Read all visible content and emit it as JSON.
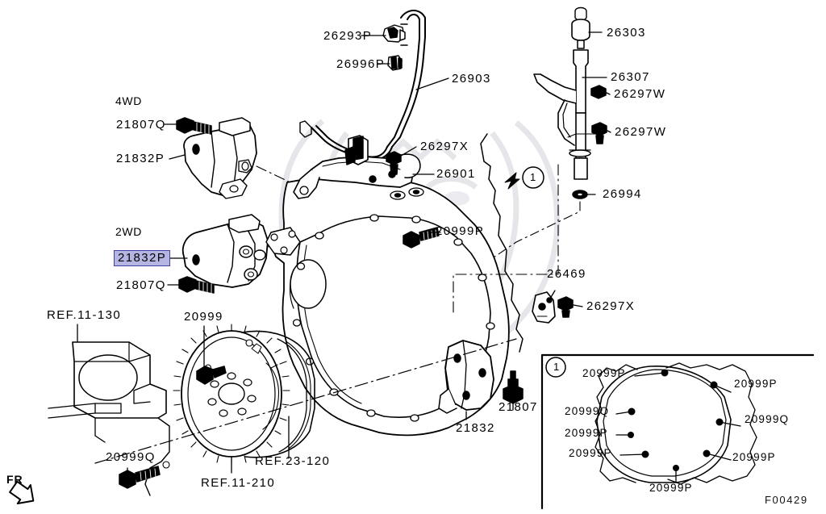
{
  "diagram": {
    "figure_code": "F00429",
    "orientation_marker": "FR",
    "callout_number": "1",
    "watermark": "manufacturer-crest",
    "highlighted_part": "21832P"
  },
  "mode_labels": {
    "four_wd": "4WD",
    "two_wd": "2WD"
  },
  "parts": {
    "mount_4wd_bolt": "21807Q",
    "mount_4wd_bracket": "21832P",
    "mount_2wd_bracket": "21832P",
    "mount_2wd_bolt": "21807Q",
    "clip_upper": "26293P",
    "clip_lower": "26996P",
    "hose": "26903",
    "bolt_26297x_top": "26297X",
    "bracket_26901": "26901",
    "dipstick_handle": "26303",
    "dipstick_tube": "26307",
    "bolt_26297w_upper": "26297W",
    "bolt_26297w_lower": "26297W",
    "oring_26994": "26994",
    "bolt_20999p_main": "20999P",
    "plate_26469": "26469",
    "bolt_26297x_right": "26297X",
    "flywheel_bolt_20999": "20999",
    "bolt_20999q_lower": "20999Q",
    "bracket_21832": "21832",
    "bolt_21807": "21807"
  },
  "references": {
    "ref_11_130": "REF.11-130",
    "ref_11_210": "REF.11-210",
    "ref_23_120": "REF.23-120"
  },
  "inset": {
    "callout": "1",
    "bolts": [
      {
        "label": "20999P",
        "side": "left"
      },
      {
        "label": "20999Q",
        "side": "left"
      },
      {
        "label": "20999P",
        "side": "left"
      },
      {
        "label": "20999P",
        "side": "left"
      },
      {
        "label": "20999P",
        "side": "right"
      },
      {
        "label": "20999Q",
        "side": "right"
      },
      {
        "label": "20999P",
        "side": "right"
      },
      {
        "label": "20999P",
        "side": "bottom"
      }
    ]
  },
  "colors": {
    "line": "#000000",
    "highlight_fill": "#b5b5e4",
    "highlight_border": "#3f3fa8",
    "watermark": "#e9e9ec"
  }
}
